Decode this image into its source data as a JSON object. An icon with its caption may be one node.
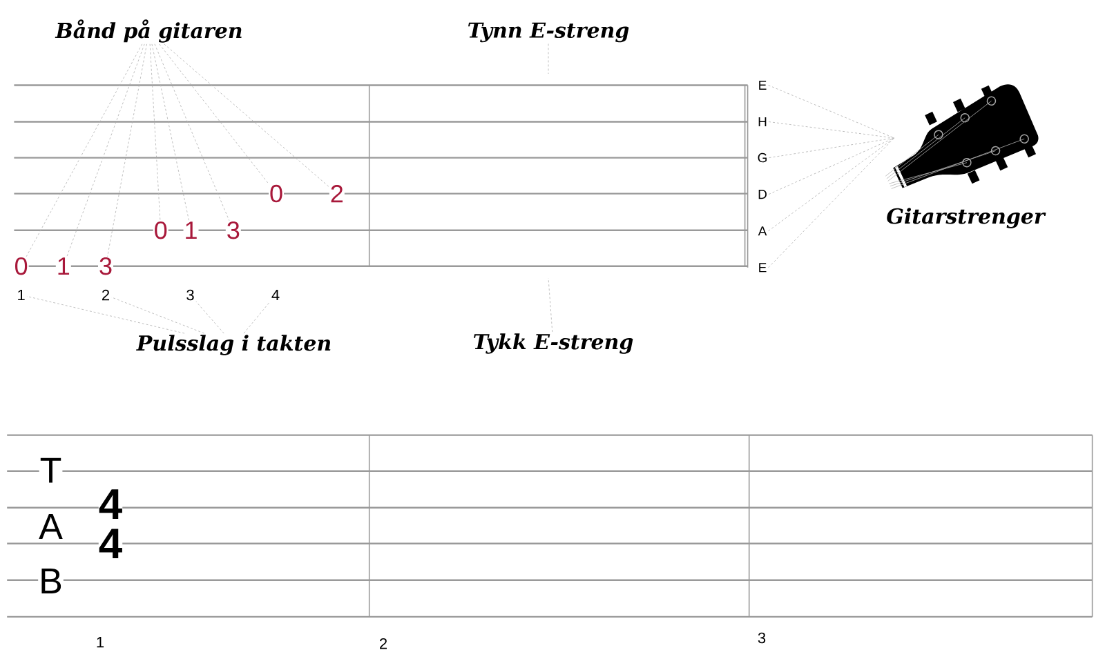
{
  "diagram": {
    "nodes": [
      {
        "text": [
          "Bånd på gitaren"
        ]
      },
      {
        "text": [
          "0"
        ]
      },
      {
        "text": [
          "2"
        ]
      },
      {
        "text": [
          "0"
        ]
      },
      {
        "text": [
          "1"
        ]
      },
      {
        "text": [
          "3"
        ]
      },
      {
        "text": [
          "0"
        ]
      },
      {
        "text": [
          "1"
        ]
      },
      {
        "text": [
          "3"
        ]
      },
      {
        "text": [
          "Tynn E-streng"
        ]
      },
      {
        "text": [
          "1"
        ]
      },
      {
        "text": [
          "2"
        ]
      },
      {
        "text": [
          "3"
        ]
      },
      {
        "text": [
          "4"
        ]
      },
      {
        "text": [
          "Pulsslag i takten"
        ]
      },
      {
        "text": [
          "Tykk E-streng"
        ]
      },
      {
        "text": [
          "E"
        ]
      },
      {
        "text": [
          "H"
        ]
      },
      {
        "text": [
          "G"
        ]
      },
      {
        "text": [
          "D"
        ]
      },
      {
        "text": [
          "A"
        ]
      },
      {
        "text": [
          "E"
        ]
      },
      {
        "text": [],
        "shape": "picture",
        "beside": [
          "Gitarstrenger"
        ]
      }
    ],
    "edges": [
      {
        "from": 0,
        "to": 1,
        "arrow": "none",
        "style": "dashed"
      },
      {
        "from": 0,
        "to": 2,
        "arrow": "none",
        "style": "dashed"
      },
      {
        "from": 0,
        "to": 3,
        "arrow": "none",
        "style": "dashed"
      },
      {
        "from": 0,
        "to": 4,
        "arrow": "none",
        "style": "dashed"
      },
      {
        "from": 0,
        "to": 5,
        "arrow": "none",
        "style": "dashed"
      },
      {
        "from": 0,
        "to": 6,
        "arrow": "none",
        "style": "dashed"
      },
      {
        "from": 0,
        "to": 7,
        "arrow": "none",
        "style": "dashed"
      },
      {
        "from": 0,
        "to": 8,
        "arrow": "none",
        "style": "dashed"
      },
      {
        "from": 9,
        "to": null,
        "arrow": "none",
        "style": "dashed"
      },
      {
        "from": 14,
        "to": 10,
        "arrow": "none",
        "style": "dashed"
      },
      {
        "from": 14,
        "to": 11,
        "arrow": "none",
        "style": "dashed"
      },
      {
        "from": 14,
        "to": 12,
        "arrow": "none",
        "style": "dashed"
      },
      {
        "from": 14,
        "to": 13,
        "arrow": "none",
        "style": "dashed"
      },
      {
        "from": 15,
        "to": null,
        "arrow": "none",
        "style": "dashed"
      },
      {
        "from": 16,
        "to": 22,
        "arrow": "none",
        "style": "dashed"
      },
      {
        "from": 17,
        "to": 22,
        "arrow": "none",
        "style": "dashed"
      },
      {
        "from": 18,
        "to": 22,
        "arrow": "none",
        "style": "dashed"
      },
      {
        "from": 19,
        "to": 22,
        "arrow": "none",
        "style": "dashed"
      },
      {
        "from": 20,
        "to": 22,
        "arrow": "none",
        "style": "dashed"
      },
      {
        "from": 21,
        "to": 22,
        "arrow": "none",
        "style": "dashed"
      }
    ],
    "labels": [
      "T",
      "4",
      "A",
      "4",
      "B",
      "1",
      "2",
      "3"
    ]
  }
}
